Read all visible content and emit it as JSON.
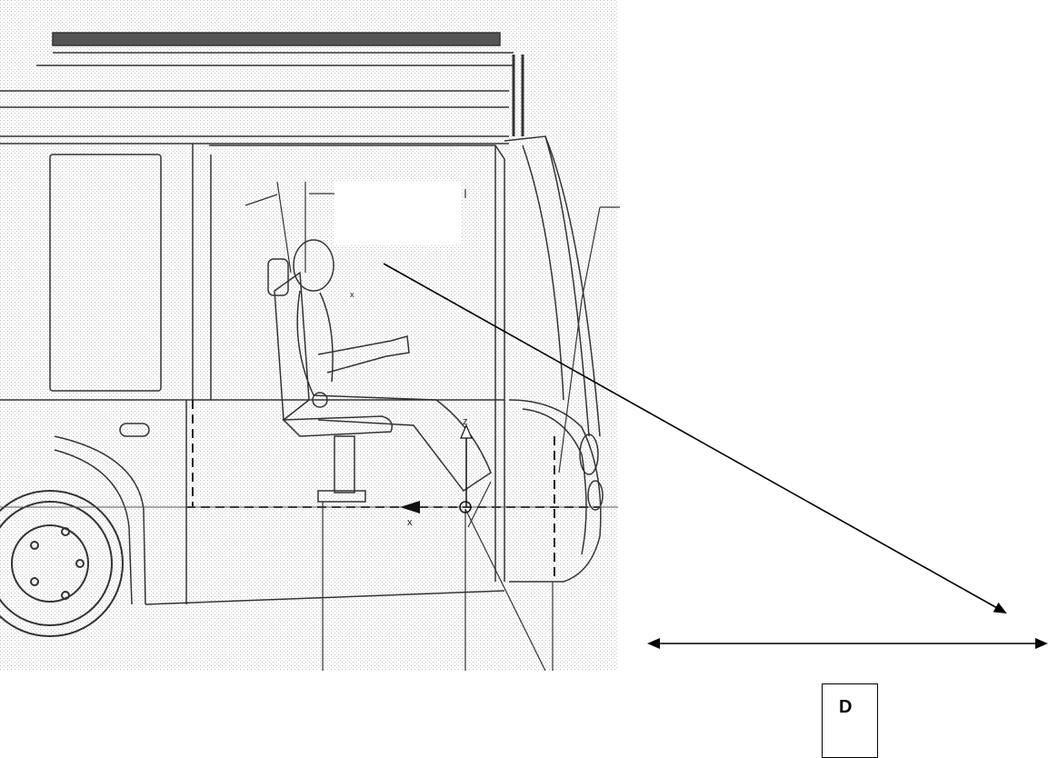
{
  "diagram": {
    "axis_labels": {
      "z": "z",
      "x": "x",
      "small_x": "x"
    },
    "label_box": {
      "text": "D"
    },
    "colors": {
      "line": "#000000",
      "stipple": "#bfbfbf",
      "drawing": "#333333"
    }
  }
}
